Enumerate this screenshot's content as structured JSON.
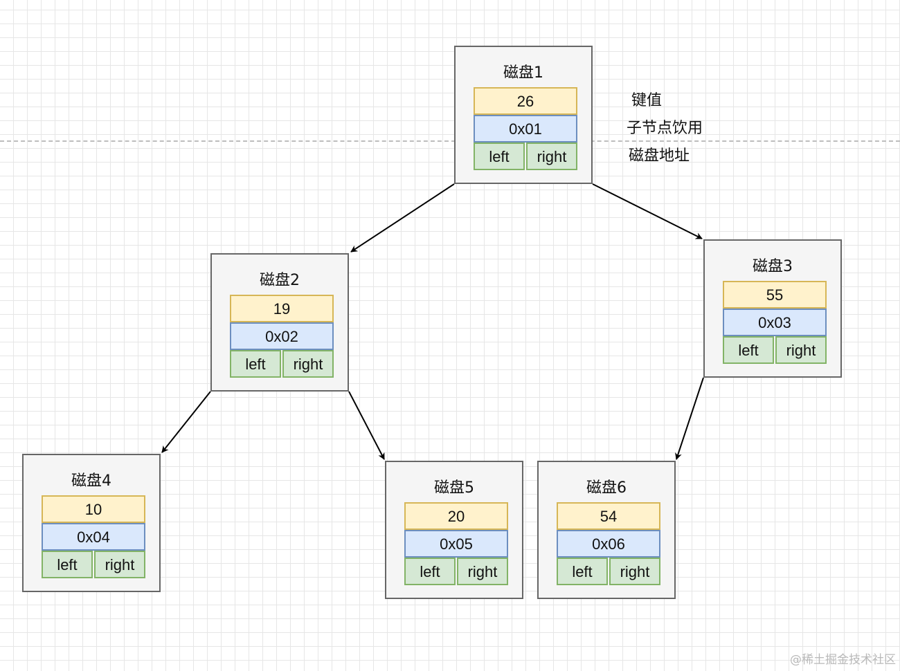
{
  "legend": {
    "key_label": "键值",
    "child_ref_label": "子节点饮用",
    "disk_addr_label": "磁盘地址"
  },
  "nodes": [
    {
      "title": "磁盘1",
      "key": "26",
      "addr": "0x01",
      "left": "left",
      "right": "right"
    },
    {
      "title": "磁盘2",
      "key": "19",
      "addr": "0x02",
      "left": "left",
      "right": "right"
    },
    {
      "title": "磁盘3",
      "key": "55",
      "addr": "0x03",
      "left": "left",
      "right": "right"
    },
    {
      "title": "磁盘4",
      "key": "10",
      "addr": "0x04",
      "left": "left",
      "right": "right"
    },
    {
      "title": "磁盘5",
      "key": "20",
      "addr": "0x05",
      "left": "left",
      "right": "right"
    },
    {
      "title": "磁盘6",
      "key": "54",
      "addr": "0x06",
      "left": "left",
      "right": "right"
    }
  ],
  "edges": [
    {
      "from": "磁盘1",
      "to": "磁盘2"
    },
    {
      "from": "磁盘1",
      "to": "磁盘3"
    },
    {
      "from": "磁盘2",
      "to": "磁盘4"
    },
    {
      "from": "磁盘2",
      "to": "磁盘5"
    },
    {
      "from": "磁盘3",
      "to": "磁盘6"
    }
  ],
  "watermark": "@稀土掘金技术社区",
  "colors": {
    "key_fill": "#fff2cc",
    "key_border": "#d6b656",
    "addr_fill": "#dae8fc",
    "addr_border": "#6c8ebf",
    "ptr_fill": "#d5e8d4",
    "ptr_border": "#82b366",
    "node_fill": "#f5f5f5",
    "node_border": "#666666"
  }
}
